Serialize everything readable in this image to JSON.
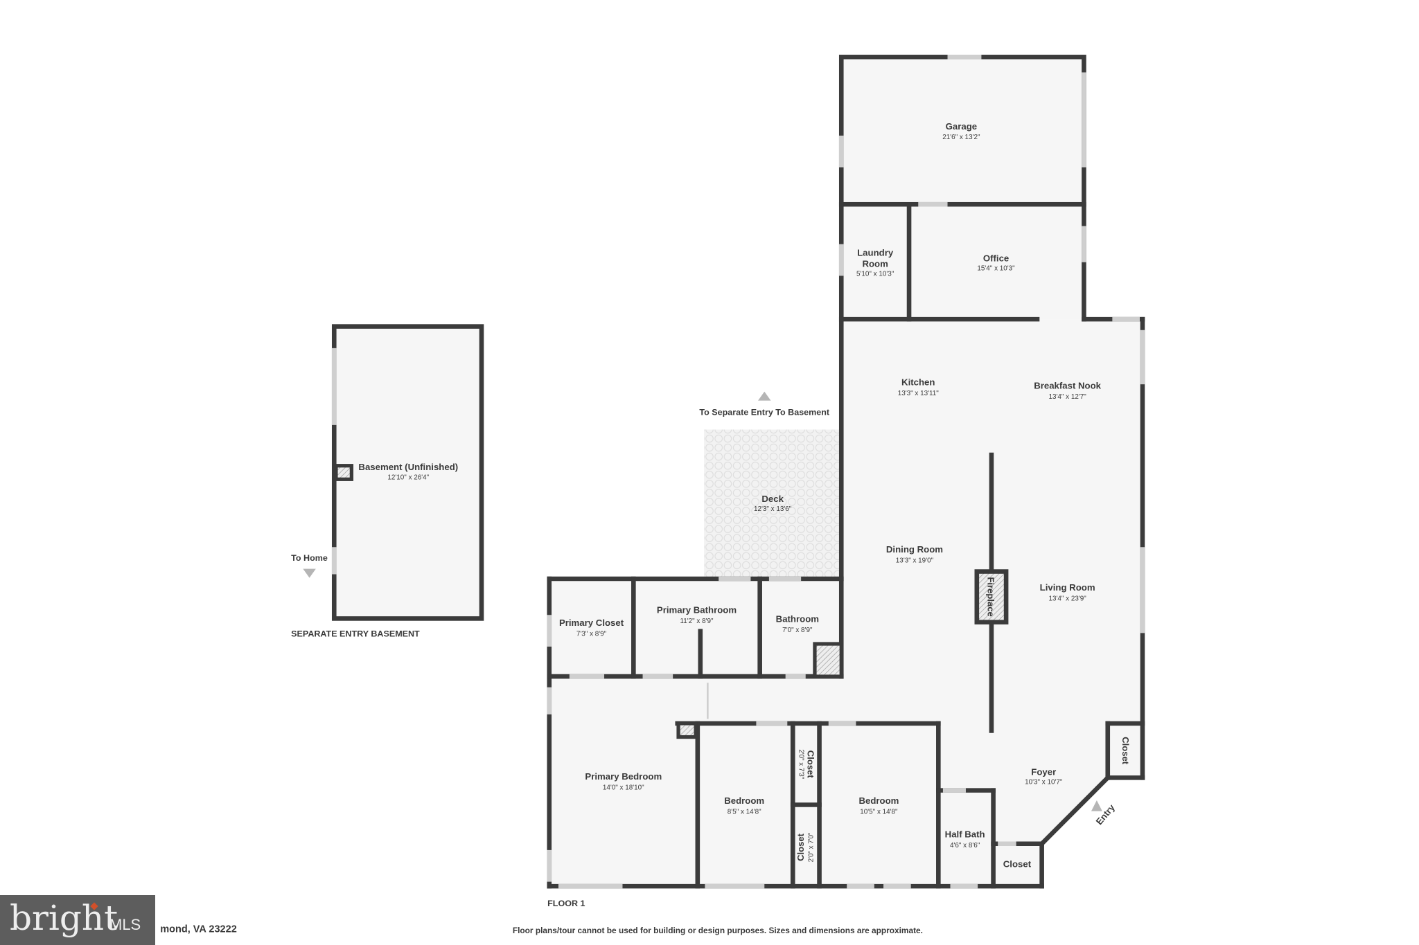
{
  "rooms": {
    "garage": {
      "name": "Garage",
      "dims": "21'6\" x 13'2\""
    },
    "laundry": {
      "name": "Laundry",
      "name2": "Room",
      "dims": "5'10\" x 10'3\""
    },
    "office": {
      "name": "Office",
      "dims": "15'4\" x 10'3\""
    },
    "kitchen": {
      "name": "Kitchen",
      "dims": "13'3\" x 13'11\""
    },
    "breakfast": {
      "name": "Breakfast Nook",
      "dims": "13'4\" x 12'7\""
    },
    "deck": {
      "name": "Deck",
      "dims": "12'3\" x 13'6\""
    },
    "dining": {
      "name": "Dining Room",
      "dims": "13'3\" x 19'0\""
    },
    "living": {
      "name": "Living Room",
      "dims": "13'4\" x 23'9\""
    },
    "fireplace": {
      "name": "Fireplace"
    },
    "primary_closet": {
      "name": "Primary Closet",
      "dims": "7'3\" x 8'9\""
    },
    "primary_bath": {
      "name": "Primary Bathroom",
      "dims": "11'2\" x 8'9\""
    },
    "bathroom": {
      "name": "Bathroom",
      "dims": "7'0\" x 8'9\""
    },
    "primary_bed": {
      "name": "Primary Bedroom",
      "dims": "14'0\" x 18'10\""
    },
    "bedroom1": {
      "name": "Bedroom",
      "dims": "8'5\" x 14'8\""
    },
    "closet1": {
      "name": "Closet",
      "dims": "2'0\" x 7'3\""
    },
    "closet2": {
      "name": "Closet",
      "dims": "2'0\" x 7'0\""
    },
    "bedroom2": {
      "name": "Bedroom",
      "dims": "10'5\" x 14'8\""
    },
    "half_bath": {
      "name": "Half Bath",
      "dims": "4'6\" x 8'6\""
    },
    "closet3": {
      "name": "Closet"
    },
    "foyer": {
      "name": "Foyer",
      "dims": "10'3\" x 10'7\""
    },
    "closet4": {
      "name": "Closet"
    },
    "basement": {
      "name": "Basement (Unfinished)",
      "dims": "12'10\" x 26'4\""
    }
  },
  "labels": {
    "to_separate_entry": "To Separate Entry To Basement",
    "to_home": "To Home",
    "entry": "Entry",
    "separate_entry_basement": "SEPARATE ENTRY BASEMENT",
    "floor": "FLOOR 1",
    "address_partial": "mond, VA 23222",
    "disclaimer": "Floor plans/tour cannot be used for building or design purposes. Sizes and dimensions are approximate."
  },
  "logo": {
    "text": "bright",
    "suffix": "MLS",
    "accent": "#d2502a"
  },
  "colors": {
    "wall": "#3b3b3b",
    "floor": "#f6f6f6"
  }
}
